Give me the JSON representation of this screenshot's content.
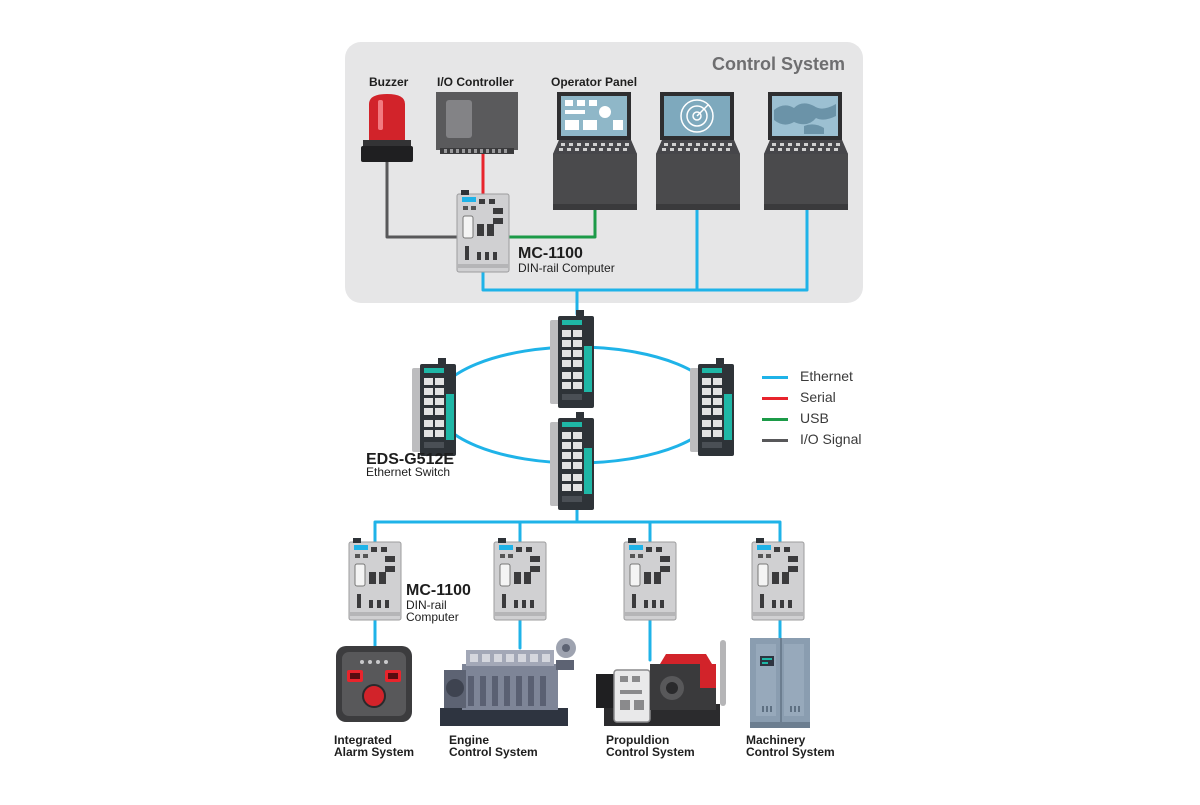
{
  "control_system": {
    "title": "Control System",
    "buzzer_label": "Buzzer",
    "io_controller_label": "I/O Controller",
    "operator_panel_label": "Operator Panel",
    "mc_main_name": "MC-1100",
    "mc_main_sub": "DIN-rail Computer"
  },
  "switch_label": {
    "name": "EDS-G512E",
    "sub": "Ethernet Switch"
  },
  "mc_lower_label": {
    "name": "MC-1100",
    "sub_line1": "DIN-rail",
    "sub_line2": "Computer"
  },
  "systems": [
    {
      "line1": "Integrated",
      "line2": "Alarm System"
    },
    {
      "line1": "Engine",
      "line2": "Control System"
    },
    {
      "line1": "Propuldion",
      "line2": "Control System"
    },
    {
      "line1": "Machinery",
      "line2": "Control System"
    }
  ],
  "legend": [
    {
      "label": "Ethernet",
      "color": "#1fb3e8"
    },
    {
      "label": "Serial",
      "color": "#e8242c"
    },
    {
      "label": "USB",
      "color": "#1c9b48"
    },
    {
      "label": "I/O Signal",
      "color": "#58585a"
    }
  ],
  "colors": {
    "panel_bg": "#e6e6e7",
    "ethernet": "#1fb3e8",
    "serial": "#e8242c",
    "usb": "#1c9b48",
    "io": "#58585a",
    "switch_body": "#2e3338",
    "switch_accent": "#1fb7a6",
    "device_gray": "#c9c9cb"
  },
  "icons": [
    "buzzer-icon",
    "io-controller-icon",
    "operator-panel-icon",
    "radar-console-icon",
    "map-console-icon",
    "din-rail-computer-icon",
    "ethernet-switch-icon",
    "alarm-panel-icon",
    "engine-icon",
    "propulsion-unit-icon",
    "machinery-cabinet-icon"
  ]
}
